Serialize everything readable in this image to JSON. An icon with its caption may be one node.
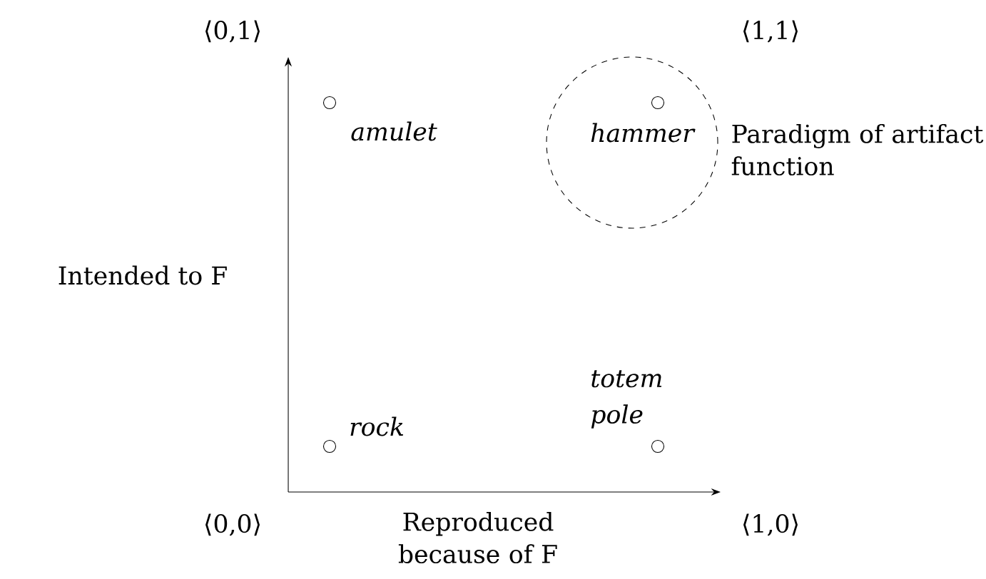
{
  "diagram": {
    "nodes": [
      {
        "text": [],
        "shape": "circle",
        "beside": [
          "Paradigm of artifact function"
        ]
      },
      {
        "text": [
          "amulet"
        ]
      },
      {
        "text": [
          "hammer"
        ],
        "in": 0
      },
      {
        "text": [
          "rock"
        ]
      },
      {
        "text": [
          "totem pole"
        ]
      }
    ],
    "labels": [
      "⟨0,1⟩",
      "⟨1,1⟩",
      "Intended to F",
      "⟨0,0⟩",
      "Reproduced because of F",
      "⟨1,0⟩"
    ]
  }
}
